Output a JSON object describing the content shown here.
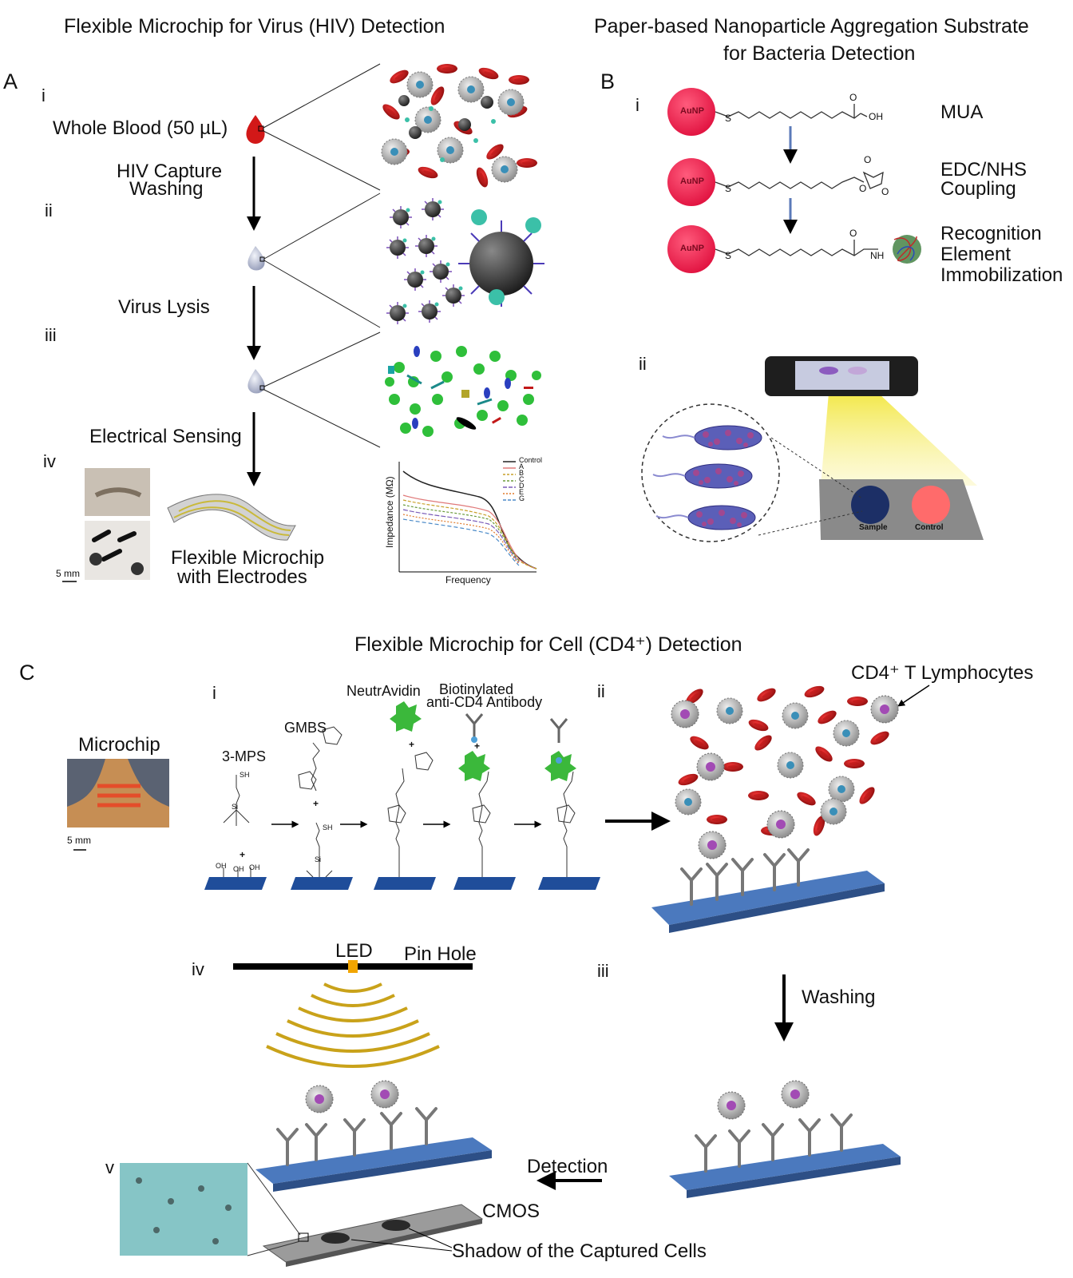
{
  "section_titles": {
    "a": "Flexible Microchip for Virus (HIV) Detection",
    "b_line1": "Paper-based Nanoparticle Aggregation Substrate",
    "b_line2": "for Bacteria Detection",
    "c": "Flexible Microchip for Cell (CD4⁺) Detection"
  },
  "panel_letters": {
    "a": "A",
    "b": "B",
    "c": "C"
  },
  "roman": {
    "i": "i",
    "ii": "ii",
    "iii": "iii",
    "iv": "iv",
    "v": "v"
  },
  "panel_a": {
    "whole_blood": "Whole Blood (50 µL)",
    "hiv_capture": "HIV Capture",
    "washing": "Washing",
    "virus_lysis": "Virus Lysis",
    "electrical_sensing": "Electrical Sensing",
    "flexible_microchip_1": "Flexible Microchip",
    "flexible_microchip_2": "with Electrodes",
    "scale": "5 mm",
    "chart": {
      "ylabel": "Impedance (MΩ)",
      "xlabel": "Frequency",
      "legend": [
        "Control",
        "A",
        "B",
        "C",
        "D",
        "E",
        "G"
      ]
    }
  },
  "panel_b": {
    "aunp": "AuNP",
    "mua": "MUA",
    "edc_1": "EDC/NHS",
    "edc_2": "Coupling",
    "rec_1": "Recognition",
    "rec_2": "Element",
    "rec_3": "Immobilization",
    "s": "S",
    "oh": "OH",
    "o": "O",
    "nh": "NH",
    "sample": "Sample",
    "control": "Control"
  },
  "panel_c": {
    "microchip": "Microchip",
    "scale": "5 mm",
    "mps": "3-MPS",
    "gmbs": "GMBS",
    "neutravidin": "NeutrAvidin",
    "biotin_1": "Biotinylated",
    "biotin_2": "anti-CD4 Antibody",
    "cd4": "CD4⁺ T Lymphocytes",
    "led": "LED",
    "pin_hole": "Pin Hole",
    "washing": "Washing",
    "detection": "Detection",
    "cmos": "CMOS",
    "shadow": "Shadow of the Captured Cells",
    "sh": "SH",
    "si": "Si",
    "oh": "OH",
    "plus": "+"
  }
}
